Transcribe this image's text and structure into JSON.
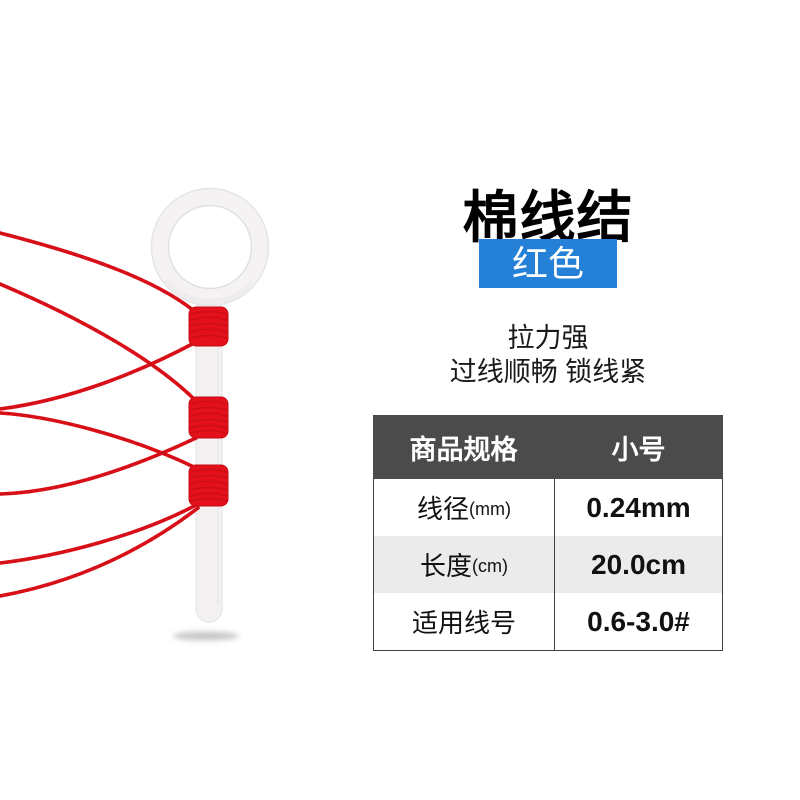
{
  "product": {
    "title": "棉线结",
    "color_badge": "红色",
    "features": [
      "拉力强",
      "过线顺畅 锁线紧"
    ]
  },
  "spec_table": {
    "header": [
      "商品规格",
      "小号"
    ],
    "rows": [
      {
        "label": "线径",
        "unit": "(mm)",
        "value": "0.24mm"
      },
      {
        "label": "长度",
        "unit": "(cm)",
        "value": "20.0cm"
      },
      {
        "label": "适用线号",
        "unit": "",
        "value": "0.6-3.0#"
      }
    ]
  },
  "colors": {
    "thread_red": "#e4101a",
    "thread_dark": "#b50d14",
    "badge_bg": "#2581d7",
    "badge_text": "#ffffff",
    "title_text": "#000000",
    "table_header_bg": "#4b4b4b",
    "table_header_text": "#ffffff",
    "table_row_alt_bg": "#ebebeb",
    "table_border": "#3f3f3f",
    "plastic_white": "#f4f1f2",
    "plastic_edge": "#e7e4e5",
    "shadow_gray": "#9a9a9a"
  }
}
